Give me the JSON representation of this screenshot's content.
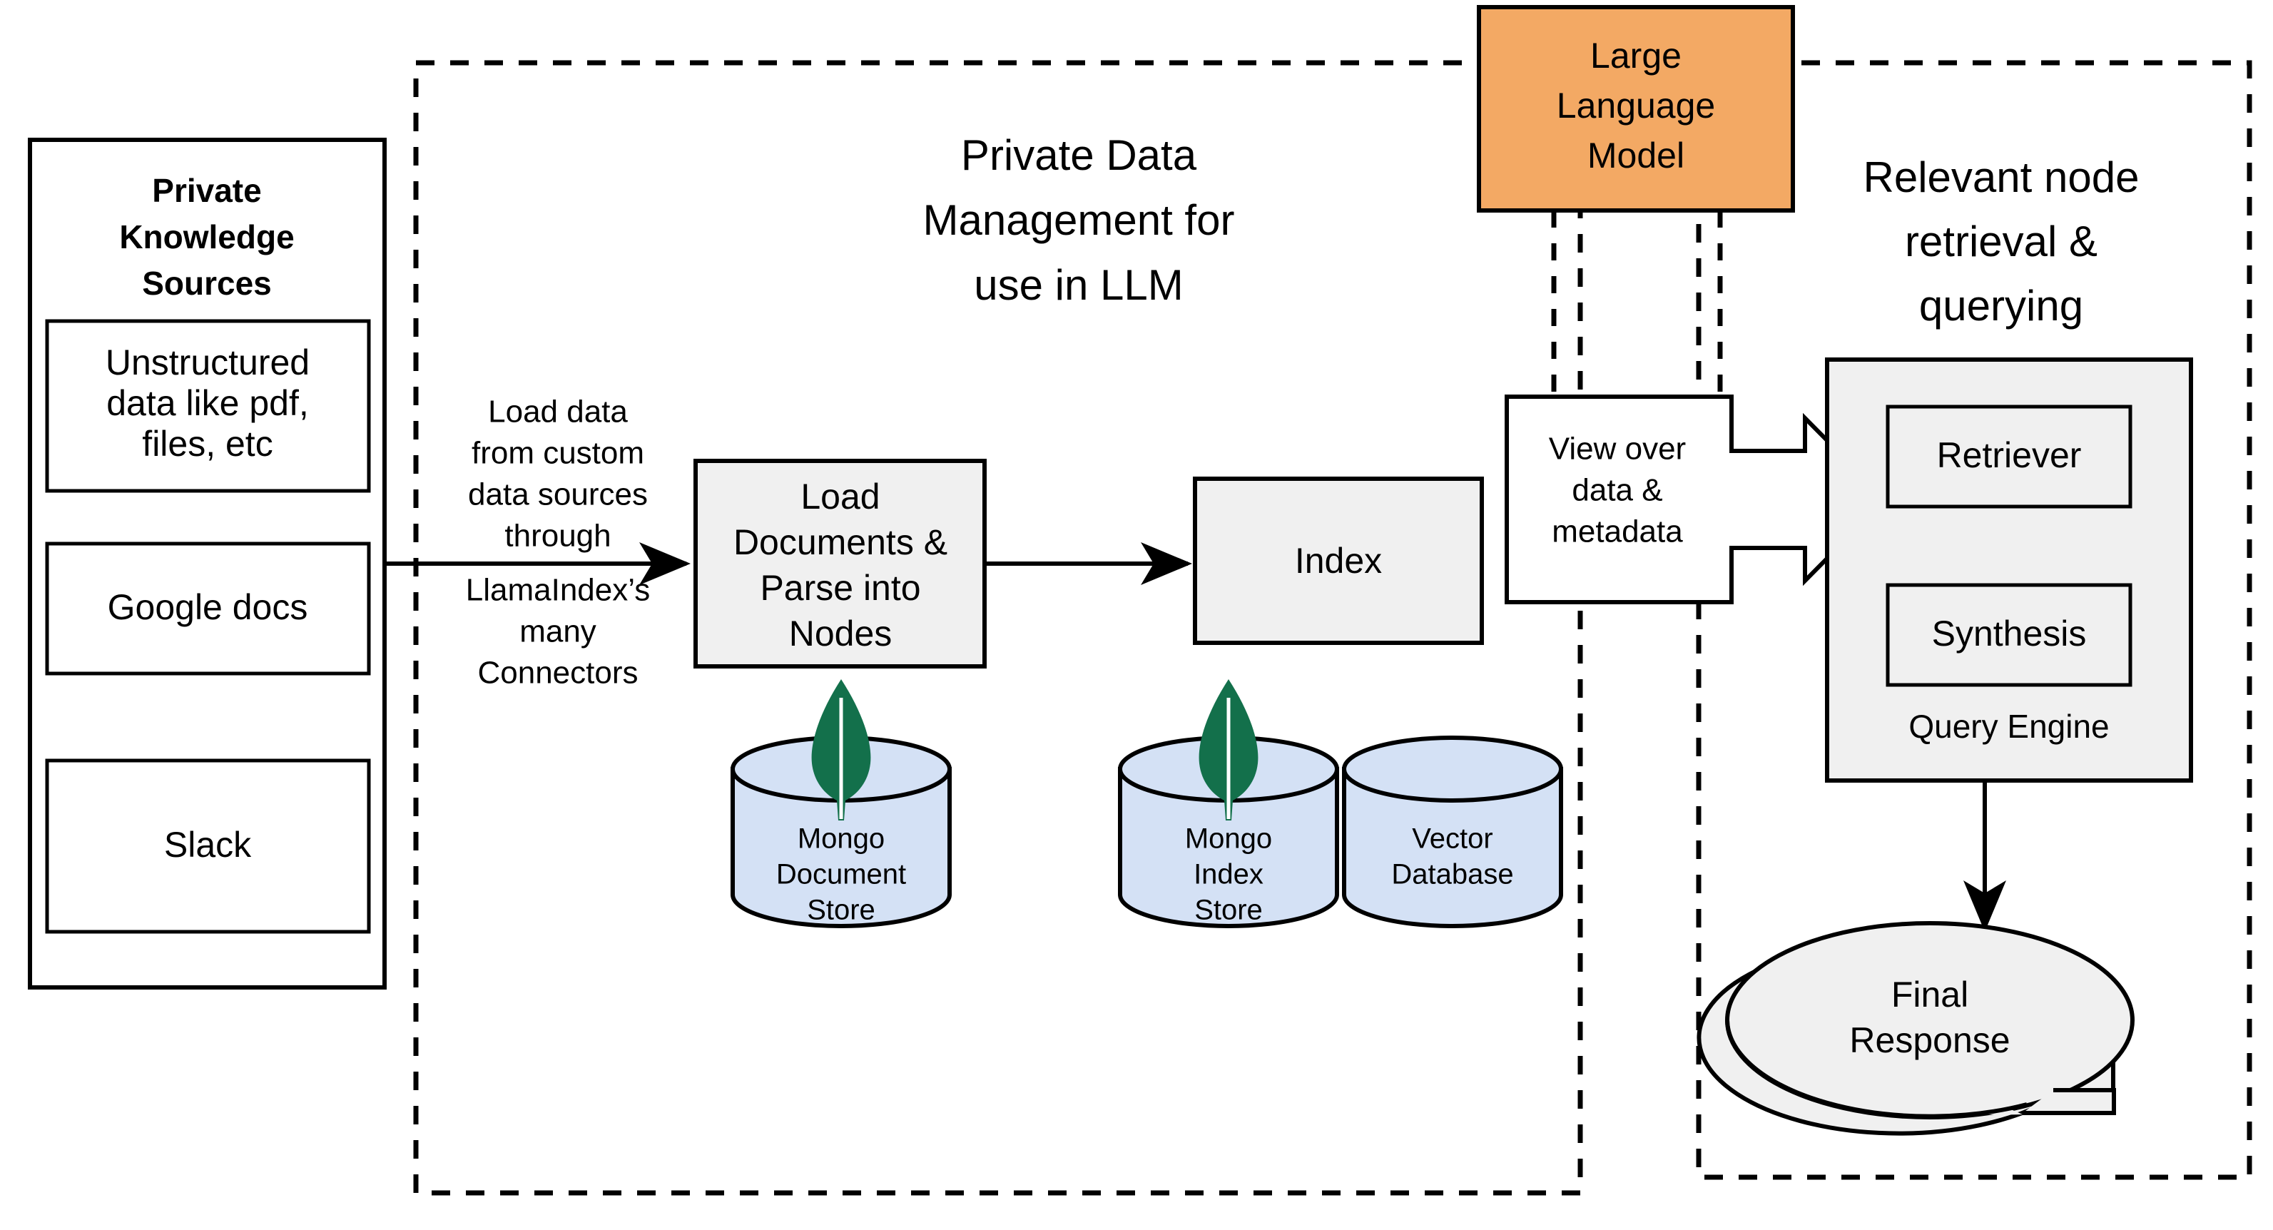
{
  "diagram": {
    "title": "LlamaIndex private data RAG architecture",
    "colors": {
      "llm_fill": "#F3A964",
      "box_fill": "#F0F0F0",
      "cylinder_fill": "#D4E1F5",
      "mongo_green": "#13704B",
      "stroke": "#000000",
      "white": "#FFFFFF"
    },
    "sections": {
      "private_data_management": "Private Data\nManagement for\nuse in LLM",
      "private_data_management_lines": [
        "Private Data",
        "Management for",
        "use in LLM"
      ],
      "relevant_node_retrieval": "Relevant node\nretrieval &\nquerying",
      "relevant_node_retrieval_lines": [
        "Relevant node",
        "retrieval &",
        "querying"
      ]
    },
    "knowledge_sources": {
      "heading_lines": [
        "Private",
        "Knowledge",
        "Sources"
      ],
      "items": [
        {
          "label_lines": [
            "Unstructured",
            "data like pdf,",
            "files, etc"
          ]
        },
        {
          "label_lines": [
            "Google docs"
          ]
        },
        {
          "label_lines": [
            "Slack"
          ]
        }
      ]
    },
    "edges": {
      "load_label_top_lines": [
        "Load data",
        "from custom",
        "data sources",
        "through"
      ],
      "load_label_bottom_lines": [
        "LlamaIndex’s",
        "many",
        "Connectors"
      ],
      "view_over_lines": [
        "View over",
        "data &",
        "metadata"
      ]
    },
    "nodes": {
      "load_documents_lines": [
        "Load",
        "Documents &",
        "Parse into",
        "Nodes"
      ],
      "index_label": "Index",
      "llm_lines": [
        "Large",
        "Language",
        "Model"
      ],
      "retriever_label": "Retriever",
      "synthesis_label": "Synthesis",
      "query_engine_label": "Query Engine",
      "final_response_lines": [
        "Final",
        "Response"
      ]
    },
    "datastores": [
      {
        "name": "mongo-document-store",
        "label_lines": [
          "Mongo",
          "Document",
          "Store"
        ],
        "has_mongo_logo": true
      },
      {
        "name": "mongo-index-store",
        "label_lines": [
          "Mongo",
          "Index",
          "Store"
        ],
        "has_mongo_logo": true
      },
      {
        "name": "vector-database",
        "label_lines": [
          "Vector",
          "Database"
        ],
        "has_mongo_logo": false
      }
    ]
  }
}
